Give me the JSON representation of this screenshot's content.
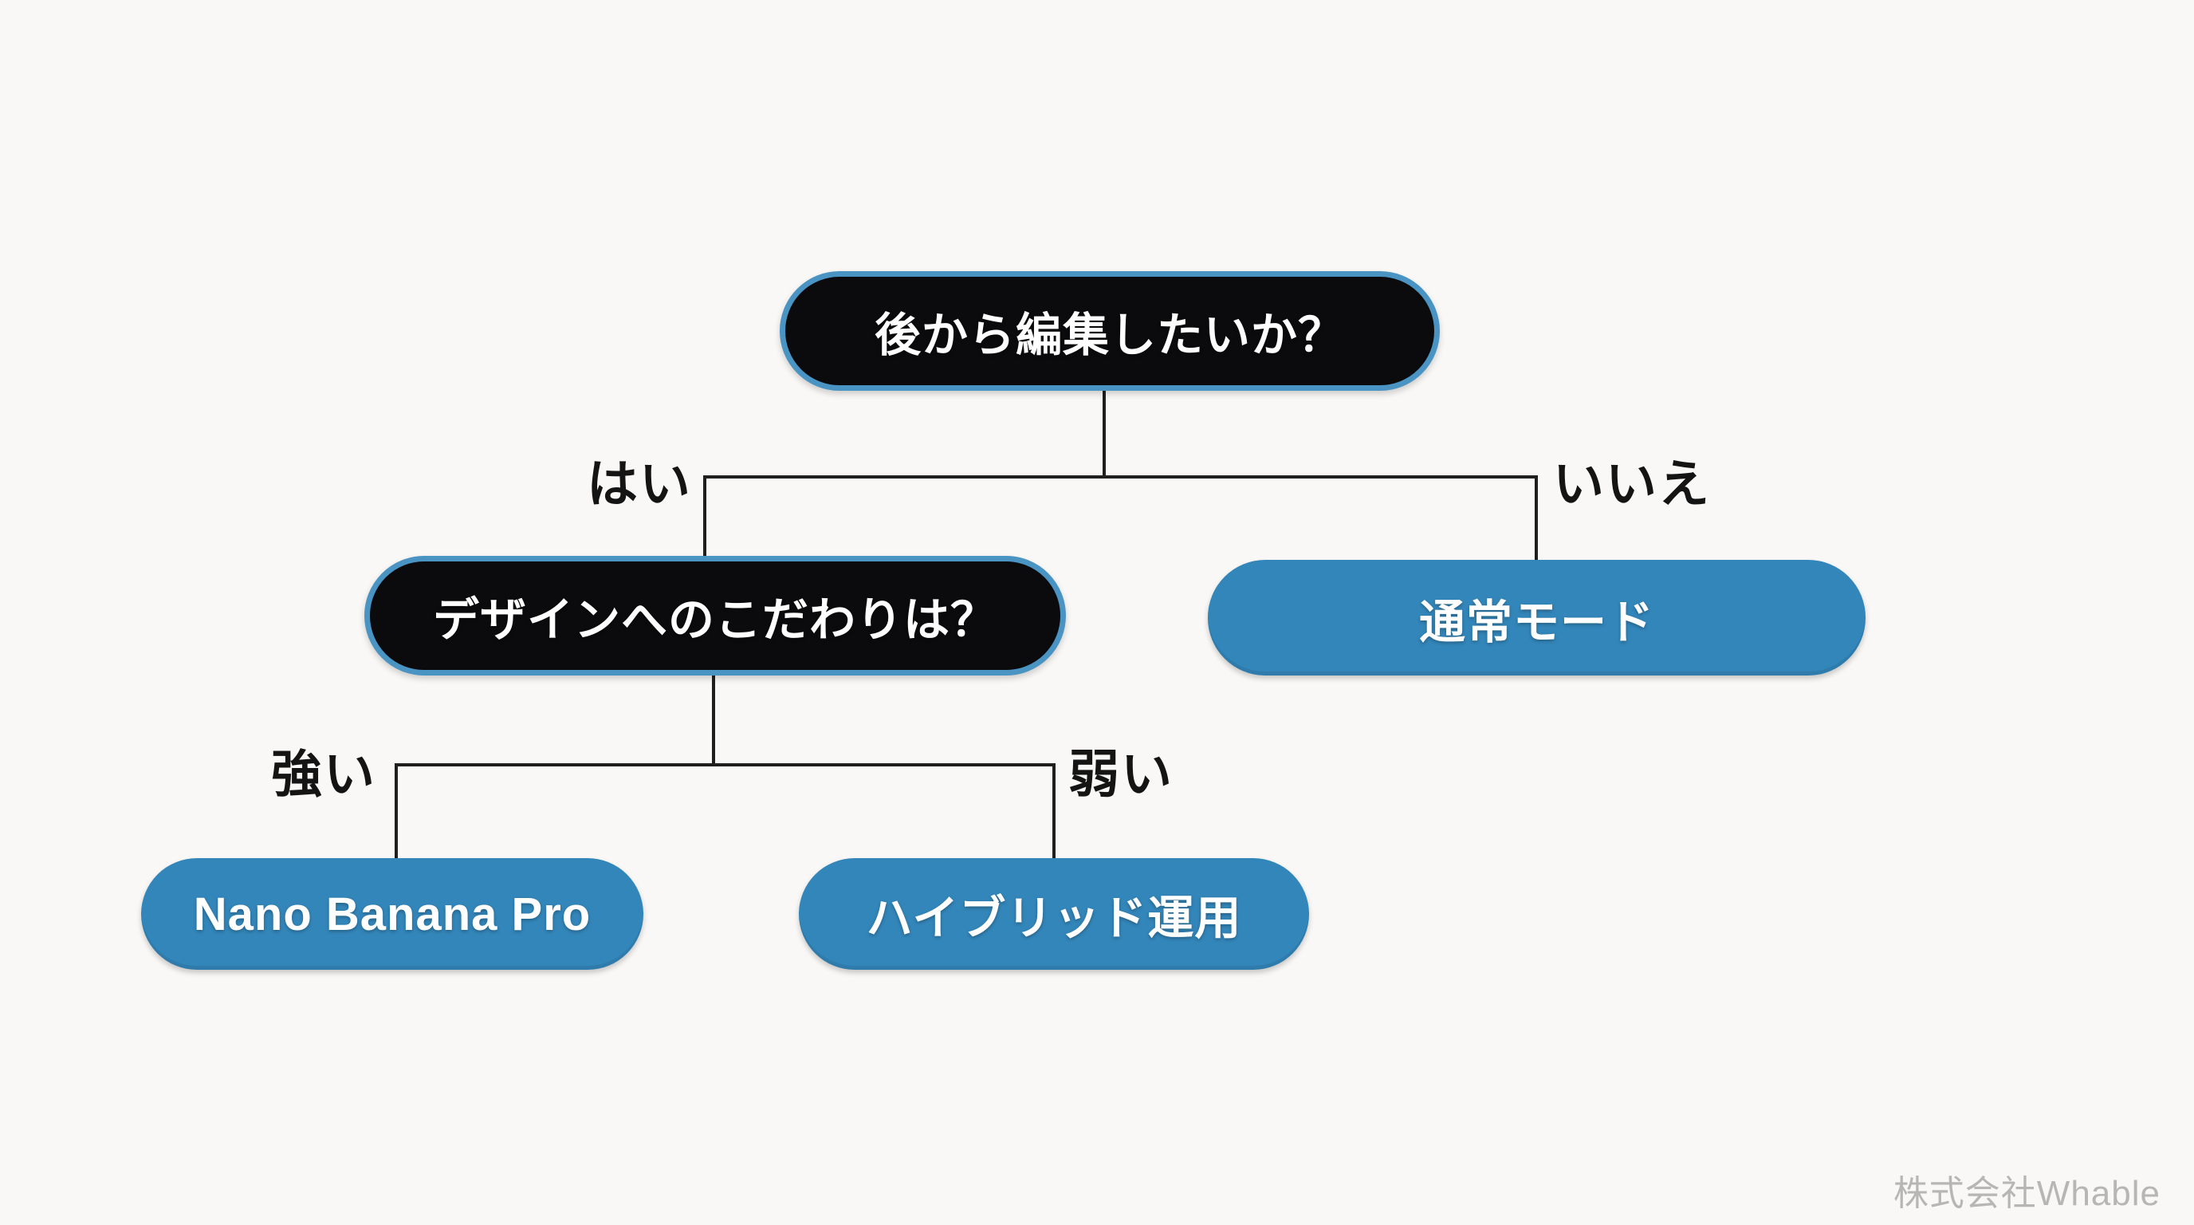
{
  "diagram": {
    "type": "decision-tree",
    "nodes": {
      "root": {
        "label": "後から編集したいか？",
        "kind": "question"
      },
      "design": {
        "label": "デザインへのこだわりは？",
        "kind": "question"
      },
      "normal": {
        "label": "通常モード",
        "kind": "answer"
      },
      "nano": {
        "label": "Nano Banana Pro",
        "kind": "answer"
      },
      "hybrid": {
        "label": "ハイブリッド運用",
        "kind": "answer"
      }
    },
    "edges": {
      "yes": {
        "label": "はい",
        "from": "root",
        "to": "design"
      },
      "no": {
        "label": "いいえ",
        "from": "root",
        "to": "normal"
      },
      "strong": {
        "label": "強い",
        "from": "design",
        "to": "nano"
      },
      "weak": {
        "label": "弱い",
        "from": "design",
        "to": "hybrid"
      }
    }
  },
  "watermark": "株式会社Whable",
  "colors": {
    "background": "#f9f8f6",
    "node_black_fill": "#0b0b0d",
    "node_blue_fill": "#3386ba",
    "node_blue_border": "#4a94c4",
    "connector_line": "#1f1f1f",
    "label_text": "#141414",
    "node_text": "#ffffff",
    "watermark_text": "#b8b6b2"
  }
}
